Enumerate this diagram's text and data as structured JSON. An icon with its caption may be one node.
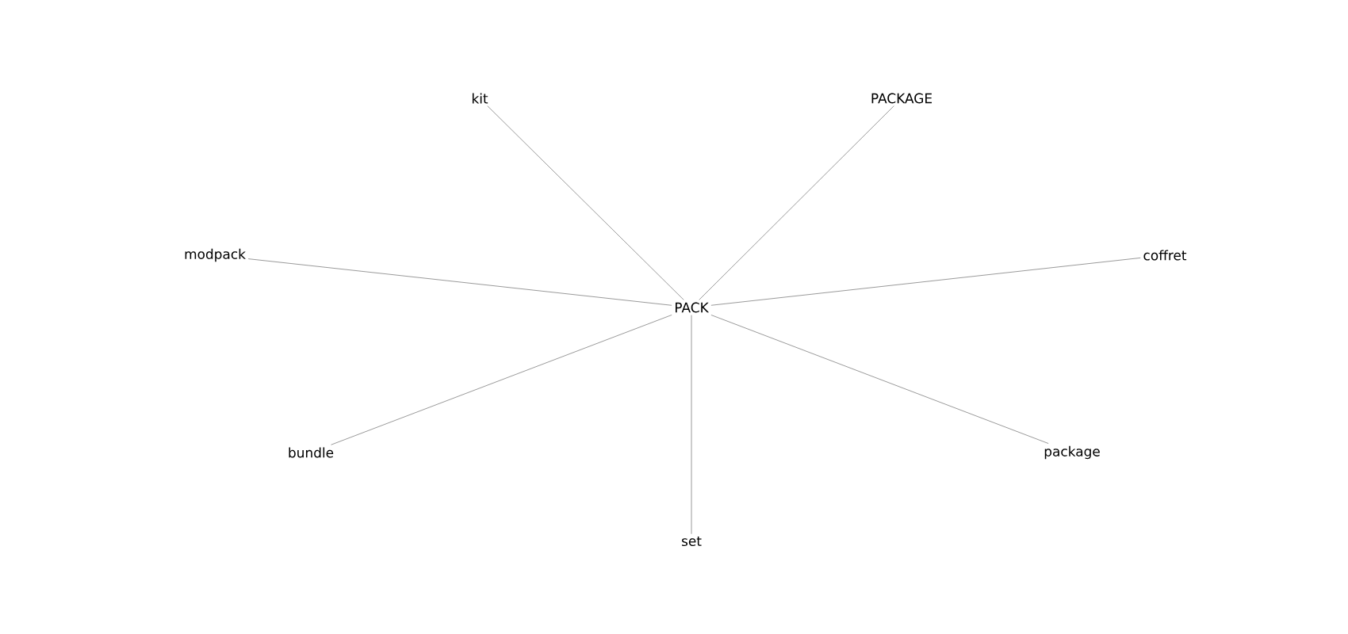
{
  "diagram": {
    "nodes": [
      {
        "text": [
          "kit"
        ]
      },
      {
        "text": [
          "PACKAGE"
        ]
      },
      {
        "text": [
          "modpack"
        ]
      },
      {
        "text": [
          "coffret"
        ]
      },
      {
        "text": [
          "PACK"
        ]
      },
      {
        "text": [
          "bundle"
        ]
      },
      {
        "text": [
          "package"
        ]
      },
      {
        "text": [
          "set"
        ]
      }
    ],
    "edges": [
      {
        "from": 4,
        "to": 0,
        "arrow": "none"
      },
      {
        "from": 4,
        "to": 1,
        "arrow": "none"
      },
      {
        "from": 4,
        "to": 2,
        "arrow": "none"
      },
      {
        "from": 4,
        "to": 3,
        "arrow": "none"
      },
      {
        "from": 4,
        "to": 5,
        "arrow": "none"
      },
      {
        "from": 4,
        "to": 6,
        "arrow": "none"
      },
      {
        "from": 4,
        "to": 7,
        "arrow": "none"
      }
    ]
  }
}
